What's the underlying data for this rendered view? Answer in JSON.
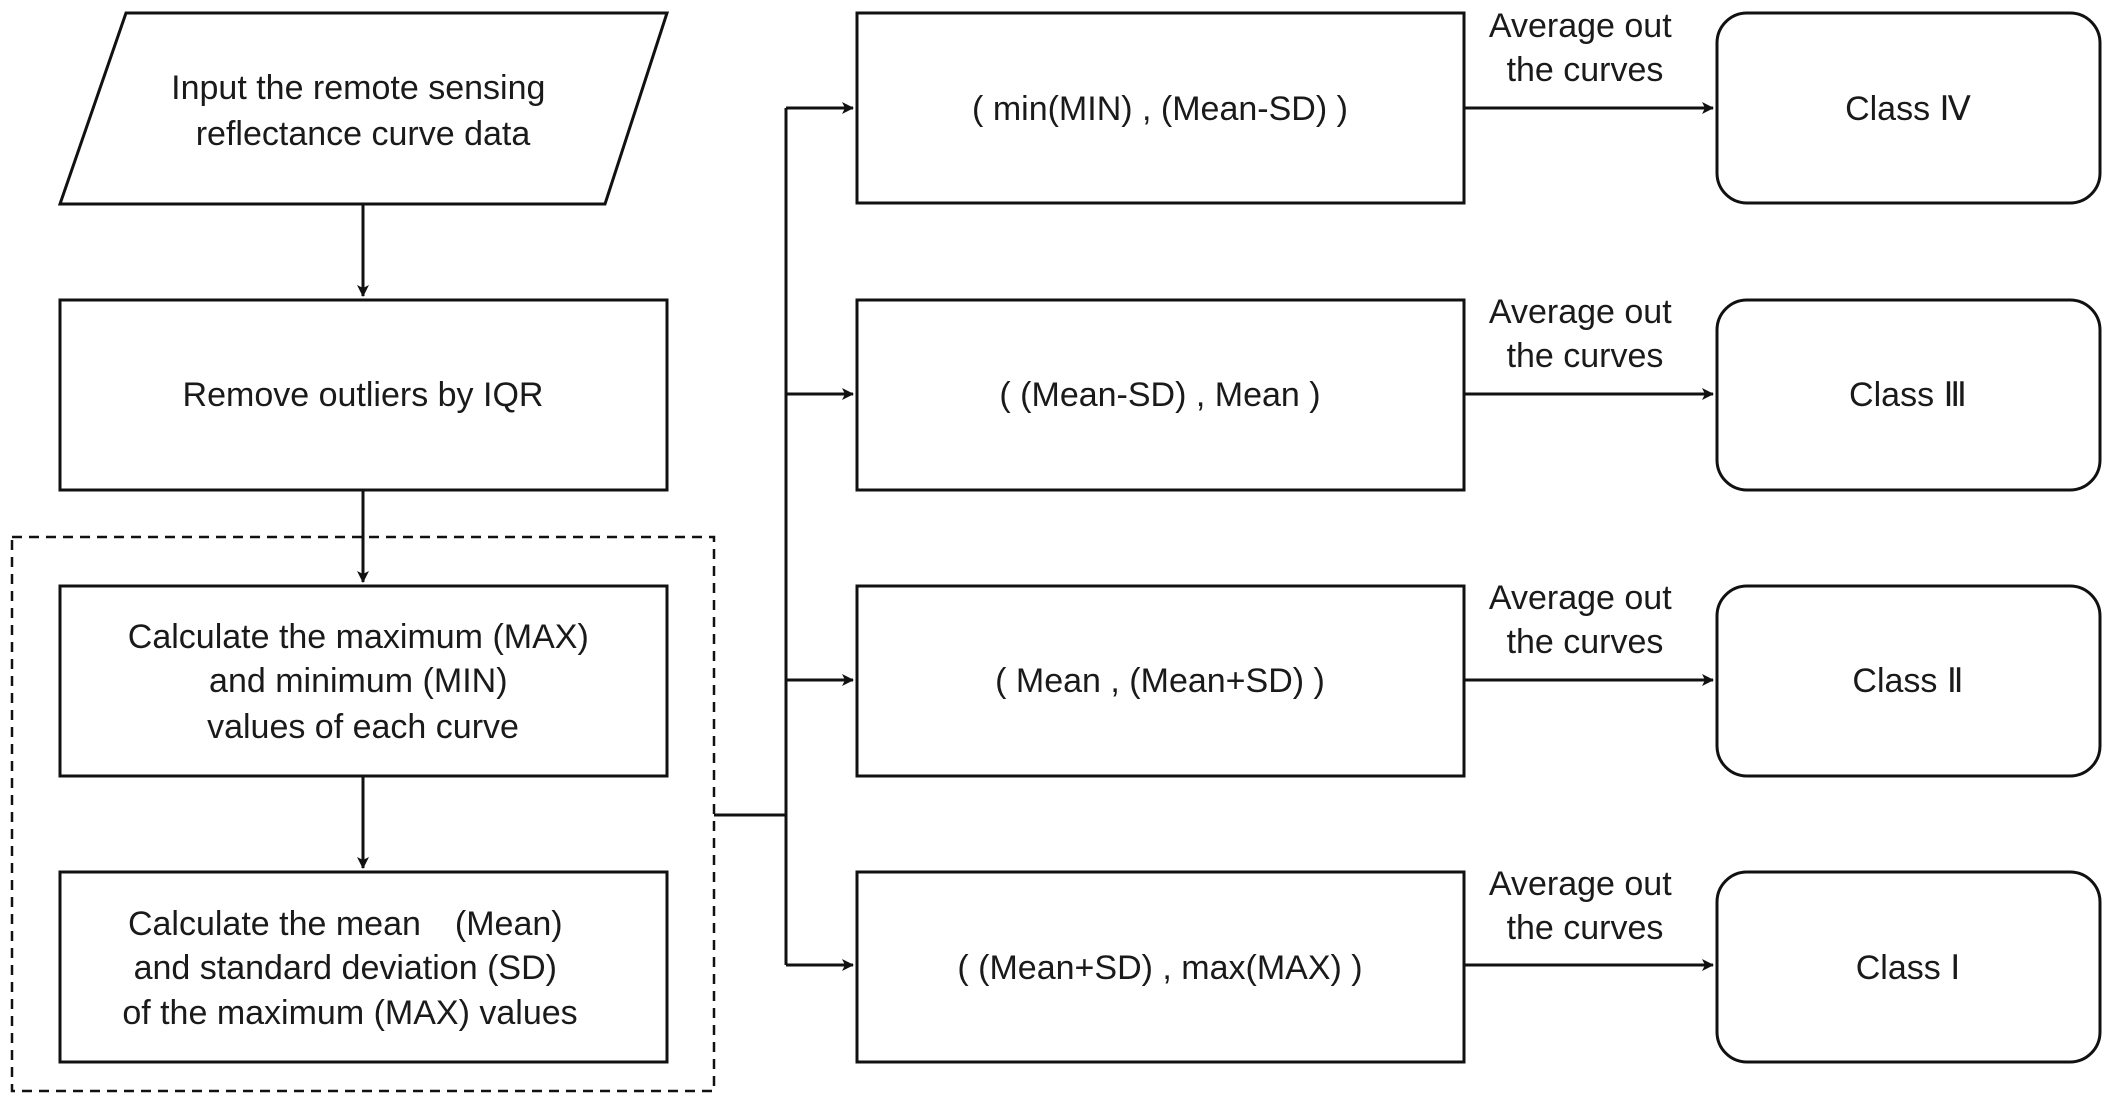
{
  "left_column": {
    "input": [
      "Input the remote sensing",
      "reflectance curve data"
    ],
    "remove_outliers": [
      "Remove outliers by IQR"
    ],
    "calc_max_min": [
      "Calculate the maximum (MAX)",
      "and minimum (MIN)",
      "values of each curve"
    ],
    "calc_mean_sd": [
      "Calculate the mean　(Mean)",
      "and standard deviation (SD)",
      "of the maximum (MAX) values"
    ]
  },
  "ranges": [
    {
      "label": "( min(MIN) , (Mean-SD) )",
      "edge": [
        "Average out",
        "the curves"
      ],
      "class": "Class Ⅳ"
    },
    {
      "label": "( (Mean-SD) , Mean )",
      "edge": [
        "Average out",
        "the curves"
      ],
      "class": "Class Ⅲ"
    },
    {
      "label": "( Mean , (Mean+SD) )",
      "edge": [
        "Average out",
        "the curves"
      ],
      "class": "Class Ⅱ"
    },
    {
      "label": "( (Mean+SD) , max(MAX) )",
      "edge": [
        "Average out",
        "the curves"
      ],
      "class": "Class Ⅰ"
    }
  ]
}
